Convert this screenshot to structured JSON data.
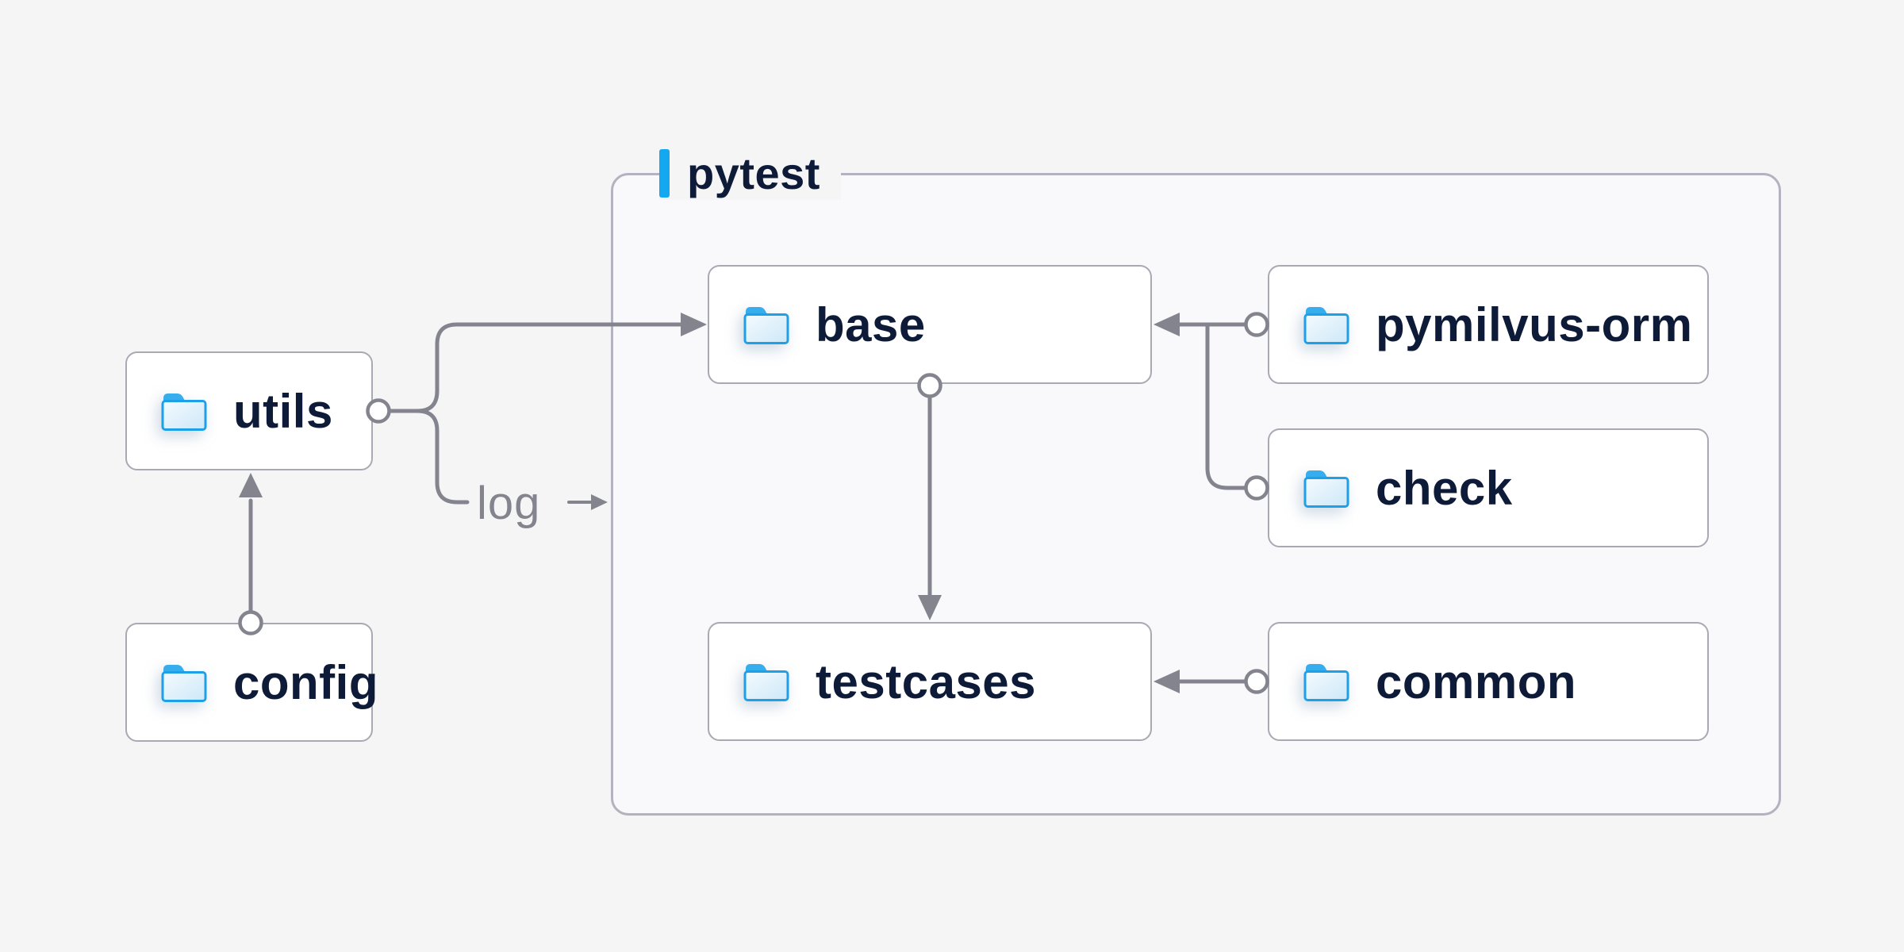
{
  "diagram": {
    "group": {
      "label": "pytest"
    },
    "nodes": [
      {
        "id": "utils",
        "label": "utils"
      },
      {
        "id": "config",
        "label": "config"
      },
      {
        "id": "base",
        "label": "base"
      },
      {
        "id": "testcases",
        "label": "testcases"
      },
      {
        "id": "pymilvus-orm",
        "label": "pymilvus-orm"
      },
      {
        "id": "check",
        "label": "check"
      },
      {
        "id": "common",
        "label": "common"
      }
    ],
    "edge_label_log": "log",
    "edges": [
      {
        "from": "config",
        "to": "utils"
      },
      {
        "from": "utils",
        "to": "base"
      },
      {
        "from": "utils",
        "to": "log"
      },
      {
        "from": "pymilvus-orm",
        "to": "base"
      },
      {
        "from": "check",
        "to": "base"
      },
      {
        "from": "base",
        "to": "testcases"
      },
      {
        "from": "common",
        "to": "testcases"
      }
    ],
    "icons": {
      "node_icon": "folder-icon"
    },
    "colors": {
      "background": "#f5f5f6",
      "group_fill": "#f9f9fb",
      "group_border": "#b2b2c0",
      "node_background": "#ffffff",
      "node_border": "#a9a9b4",
      "wire_gray": "#84848e",
      "text_navy": "#0e1b38",
      "accent_blue": "#14a8f1",
      "folder_blue": "#1ea0e9"
    }
  }
}
